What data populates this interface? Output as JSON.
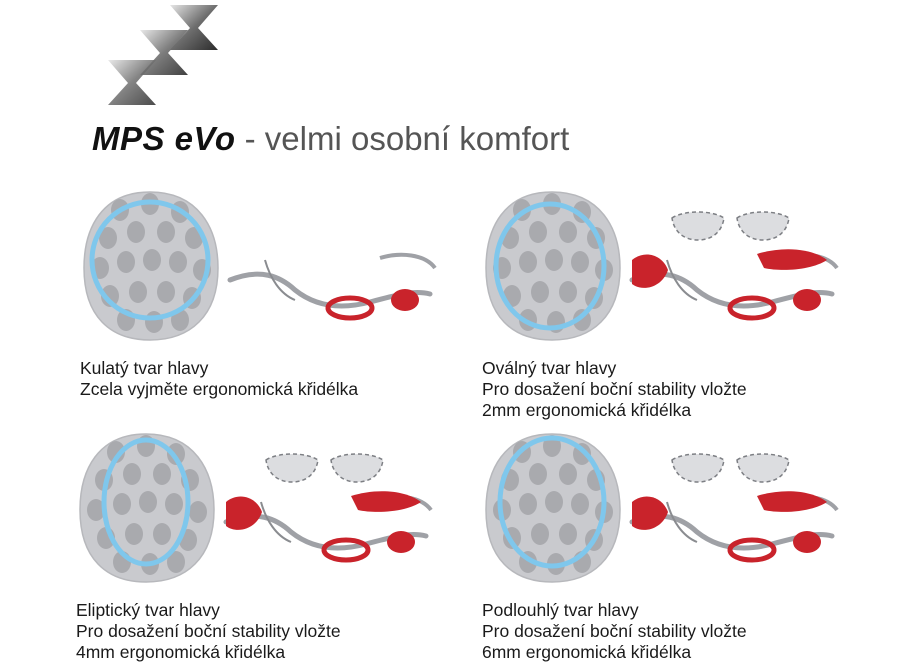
{
  "header": {
    "brand": "MPS eVo",
    "tagline": " - velmi osobní komfort"
  },
  "colors": {
    "head_fill": "#c9cace",
    "head_dots": "#a9aaae",
    "ring": "#7fc7ec",
    "pad_red": "#c9232b",
    "strap_gray": "#9fa1a6"
  },
  "panels": [
    {
      "name": "round",
      "title": "Kulatý tvar hlavy",
      "lines": [
        "Zcela vyjměte ergonomická křidélka"
      ],
      "ring_shape": "circle",
      "wings": false
    },
    {
      "name": "oval",
      "title": "Oválný tvar hlavy",
      "lines": [
        "Pro dosažení boční stability vložte",
        "2mm ergonomická křidélka"
      ],
      "ring_shape": "oval",
      "wings": true
    },
    {
      "name": "elliptic",
      "title": "Eliptický tvar hlavy",
      "lines": [
        "Pro dosažení boční stability vložte",
        "4mm ergonomická křidélka"
      ],
      "ring_shape": "ellipse",
      "wings": true
    },
    {
      "name": "elongated",
      "title": "Podlouhlý tvar hlavy",
      "lines": [
        "Pro dosažení boční stability vložte",
        "6mm ergonomická křidélka"
      ],
      "ring_shape": "narrow-oval",
      "wings": true
    }
  ]
}
